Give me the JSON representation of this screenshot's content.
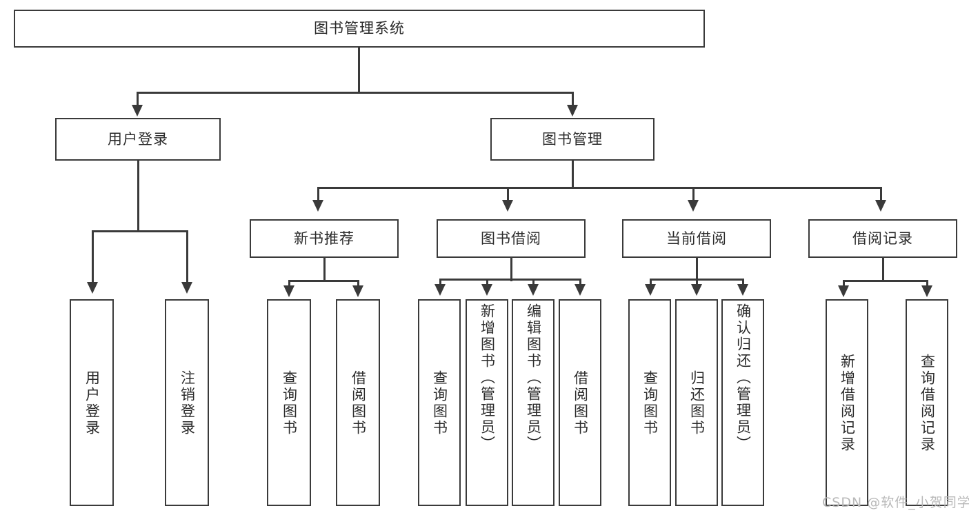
{
  "diagram": {
    "type": "tree-hierarchy",
    "title": "图书管理系统",
    "root": {
      "id": "root",
      "label": "图书管理系统"
    },
    "level2": [
      {
        "id": "user-login",
        "label": "用户登录"
      },
      {
        "id": "book-manage",
        "label": "图书管理"
      }
    ],
    "level3": [
      {
        "id": "new-book-recommend",
        "label": "新书推荐",
        "parent": "book-manage"
      },
      {
        "id": "book-borrow",
        "label": "图书借阅",
        "parent": "book-manage"
      },
      {
        "id": "current-borrow",
        "label": "当前借阅",
        "parent": "book-manage"
      },
      {
        "id": "borrow-record",
        "label": "借阅记录",
        "parent": "book-manage"
      }
    ],
    "leaves": [
      {
        "id": "leaf-user-login",
        "label": "用户登录",
        "parent": "user-login"
      },
      {
        "id": "leaf-logout",
        "label": "注销登录",
        "parent": "user-login"
      },
      {
        "id": "leaf-query-book-1",
        "label": "查询图书",
        "parent": "new-book-recommend"
      },
      {
        "id": "leaf-borrow-book-1",
        "label": "借阅图书",
        "parent": "new-book-recommend"
      },
      {
        "id": "leaf-query-book-2",
        "label": "查询图书",
        "parent": "book-borrow"
      },
      {
        "id": "leaf-add-book",
        "label": "新增图书（管理员）",
        "parent": "book-borrow"
      },
      {
        "id": "leaf-edit-book",
        "label": "编辑图书（管理员）",
        "parent": "book-borrow"
      },
      {
        "id": "leaf-borrow-book-2",
        "label": "借阅图书",
        "parent": "book-borrow"
      },
      {
        "id": "leaf-query-book-3",
        "label": "查询图书",
        "parent": "current-borrow"
      },
      {
        "id": "leaf-return-book",
        "label": "归还图书",
        "parent": "current-borrow"
      },
      {
        "id": "leaf-confirm-return",
        "label": "确认归还（管理员）",
        "parent": "current-borrow"
      },
      {
        "id": "leaf-add-record",
        "label": "新增借阅记录",
        "parent": "borrow-record"
      },
      {
        "id": "leaf-query-record",
        "label": "查询借阅记录",
        "parent": "borrow-record"
      }
    ],
    "colors": {
      "stroke": "#3a3a3a",
      "background": "#ffffff",
      "text": "#2b2b2b",
      "watermark": "#b9b9b9"
    }
  },
  "watermark": {
    "text": "CSDN @软件_小贺同学"
  }
}
